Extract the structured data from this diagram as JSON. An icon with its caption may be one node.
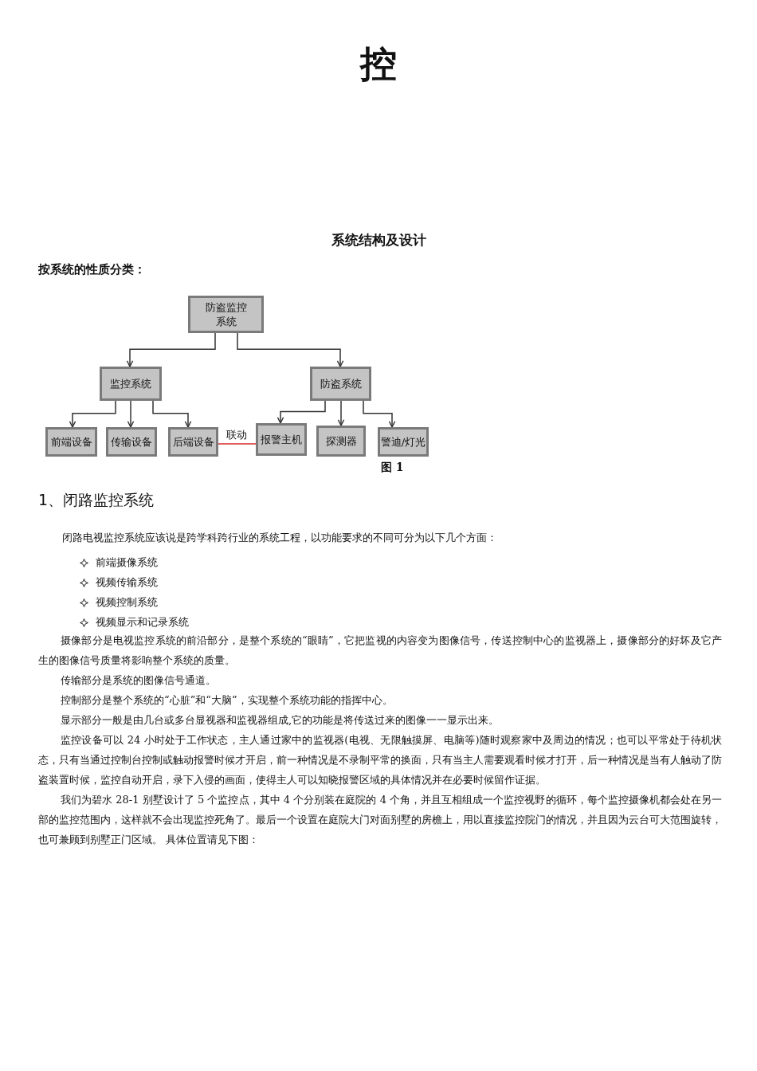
{
  "diagram": {
    "title": "控",
    "caption": "图 1",
    "nodes": [
      {
        "text": [
          "防盗监控系统"
        ]
      },
      {
        "text": [
          "监控系统"
        ]
      },
      {
        "text": [
          "防盗系统"
        ]
      },
      {
        "text": [
          "前端设备"
        ]
      },
      {
        "text": [
          "传输设备"
        ]
      },
      {
        "text": [
          "后端设备"
        ]
      },
      {
        "text": [
          "报警主机"
        ]
      },
      {
        "text": [
          "探测器"
        ]
      },
      {
        "text": [
          "警迪/灯光"
        ]
      }
    ],
    "edges": [
      {
        "from": 0,
        "to": 1,
        "arrow": "to"
      },
      {
        "from": 0,
        "to": 2,
        "arrow": "to"
      },
      {
        "from": 1,
        "to": 3,
        "arrow": "to"
      },
      {
        "from": 1,
        "to": 4,
        "arrow": "to"
      },
      {
        "from": 1,
        "to": 5,
        "arrow": "to"
      },
      {
        "from": 5,
        "to": 6,
        "arrow": "none",
        "label": "联动",
        "color": "#d62b2b"
      },
      {
        "from": 2,
        "to": 6,
        "arrow": "to"
      },
      {
        "from": 2,
        "to": 7,
        "arrow": "to"
      },
      {
        "from": 2,
        "to": 8,
        "arrow": "to"
      }
    ],
    "labels": [
      "系统结构及设计",
      "按系统的性质分类：",
      "1、闭路监控系统",
      "闭路电视监控系统应该说是跨学科跨行业的系统工程，以功能要求的不同可分为以下几个方面：",
      "前端摄像系统",
      "视频传输系统",
      "视频控制系统",
      "视频显示和记录系统",
      "摄像部分是电视监控系统的前沿部分，是整个系统的“眼睛”，它把监视的内容变为图像信号，传送控制中心的监视器上，摄像部分的好坏及它产生的图像信号质量将影响整个系统的质量。",
      "传输部分是系统的图像信号通道。",
      "控制部分是整个系统的“心脏”和“大脑”，实现整个系统功能的指挥中心。",
      "显示部分一般是由几台或多台显视器和监视器组成,它的功能是将传送过来的图像一一显示出来。",
      "监控设备可以 24 小时处于工作状态，主人通过家中的监视器(电视、无限触摸屏、电脑等)随时观察家中及周边的情况；也可以平常处于待机状态，只有当通过控制台控制或触动报警时候才开启，前一种情况是不录制平常的换面，只有当主人需要观看时候才打开，后一种情况是当有人触动了防盗装置时候，监控自动开启，录下入侵的画面，使得主人可以知晓报警区域的具体情况并在必要时候留作证据。",
      "我们为碧水 28-1 别墅设计了 5 个监控点，其中 4 个分别装在庭院的 4 个角，并且互相组成一个监控视野的循环，每个监控摄像机都会处在另一部的监控范围内，这样就不会出现监控死角了。最后一个设置在庭院大门对面别墅的房檐上，用以直接监控院门的情况，并且因为云台可大范围旋转，也可兼顾到别墅正门区域。 具体位置请见下图："
    ]
  }
}
